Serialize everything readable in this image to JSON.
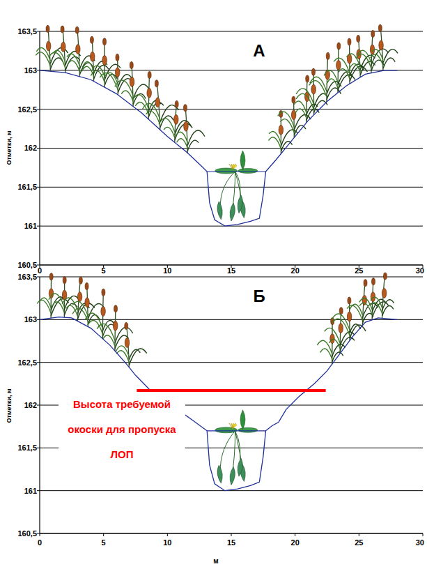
{
  "diagram": {
    "labels": [
      "163,5",
      "163",
      "162,5",
      "162",
      "161,5",
      "161",
      "160,5",
      "0",
      "5",
      "10",
      "15",
      "20",
      "25",
      "30",
      "Отметки, м",
      "А",
      "163,5",
      "163",
      "162,5",
      "162",
      "161,5",
      "161",
      "160,5",
      "0",
      "5",
      "10",
      "15",
      "20",
      "25",
      "30",
      "Отметки, м",
      "Б",
      "Высота требуемой окоски для пропуска ЛОП",
      "м"
    ]
  }
}
